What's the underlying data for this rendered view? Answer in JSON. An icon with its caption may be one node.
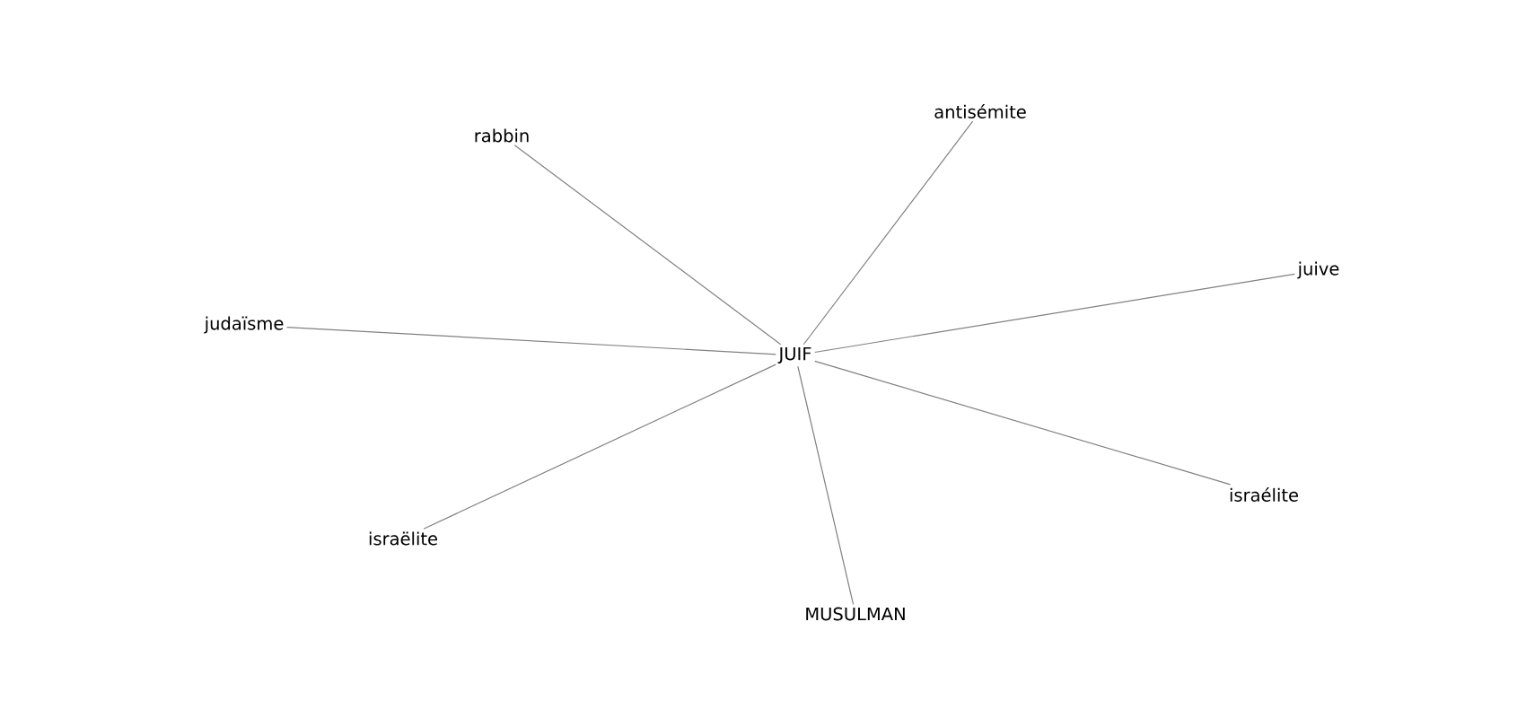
{
  "diagram": {
    "nodes": [
      {
        "text": [
          "antisémite"
        ]
      },
      {
        "text": [
          "rabbin"
        ]
      },
      {
        "text": [
          "juive"
        ]
      },
      {
        "text": [
          "judaïsme"
        ]
      },
      {
        "text": [
          "JUIF"
        ]
      },
      {
        "text": [
          "israélite"
        ]
      },
      {
        "text": [
          "israëlite"
        ]
      },
      {
        "text": [
          "MUSULMAN"
        ]
      }
    ],
    "edges": [
      {
        "from": 4,
        "to": 0,
        "arrow": "none"
      },
      {
        "from": 4,
        "to": 1,
        "arrow": "none"
      },
      {
        "from": 4,
        "to": 2,
        "arrow": "none"
      },
      {
        "from": 4,
        "to": 3,
        "arrow": "none"
      },
      {
        "from": 4,
        "to": 5,
        "arrow": "none"
      },
      {
        "from": 4,
        "to": 6,
        "arrow": "none"
      },
      {
        "from": 4,
        "to": 7,
        "arrow": "none"
      }
    ]
  }
}
